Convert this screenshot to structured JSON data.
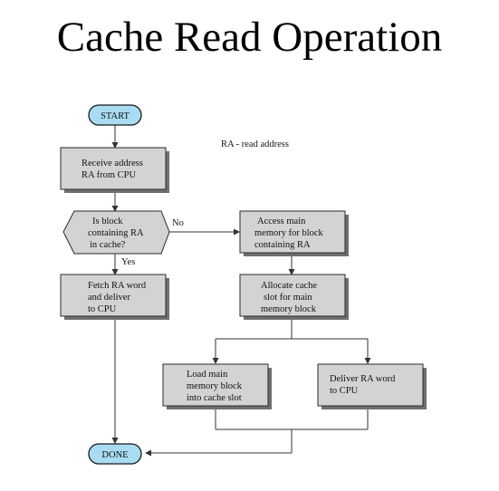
{
  "slide": {
    "title": "Cache Read Operation"
  },
  "flowchart": {
    "note": "RA - read address",
    "start": "START",
    "done": "DONE",
    "receive": [
      "Receive address",
      "RA from CPU"
    ],
    "decision": [
      "Is block",
      "containing RA",
      "in cache?"
    ],
    "label_no": "No",
    "label_yes": "Yes",
    "fetch": [
      "Fetch RA word",
      "and deliver",
      "to CPU"
    ],
    "access": [
      "Access main",
      "memory for block",
      "containing RA"
    ],
    "allocate": [
      "Allocate cache",
      "slot for main",
      "memory block"
    ],
    "load": [
      "Load main",
      "memory block",
      "into cache slot"
    ],
    "deliver": [
      "Deliver RA word",
      "to CPU"
    ]
  }
}
